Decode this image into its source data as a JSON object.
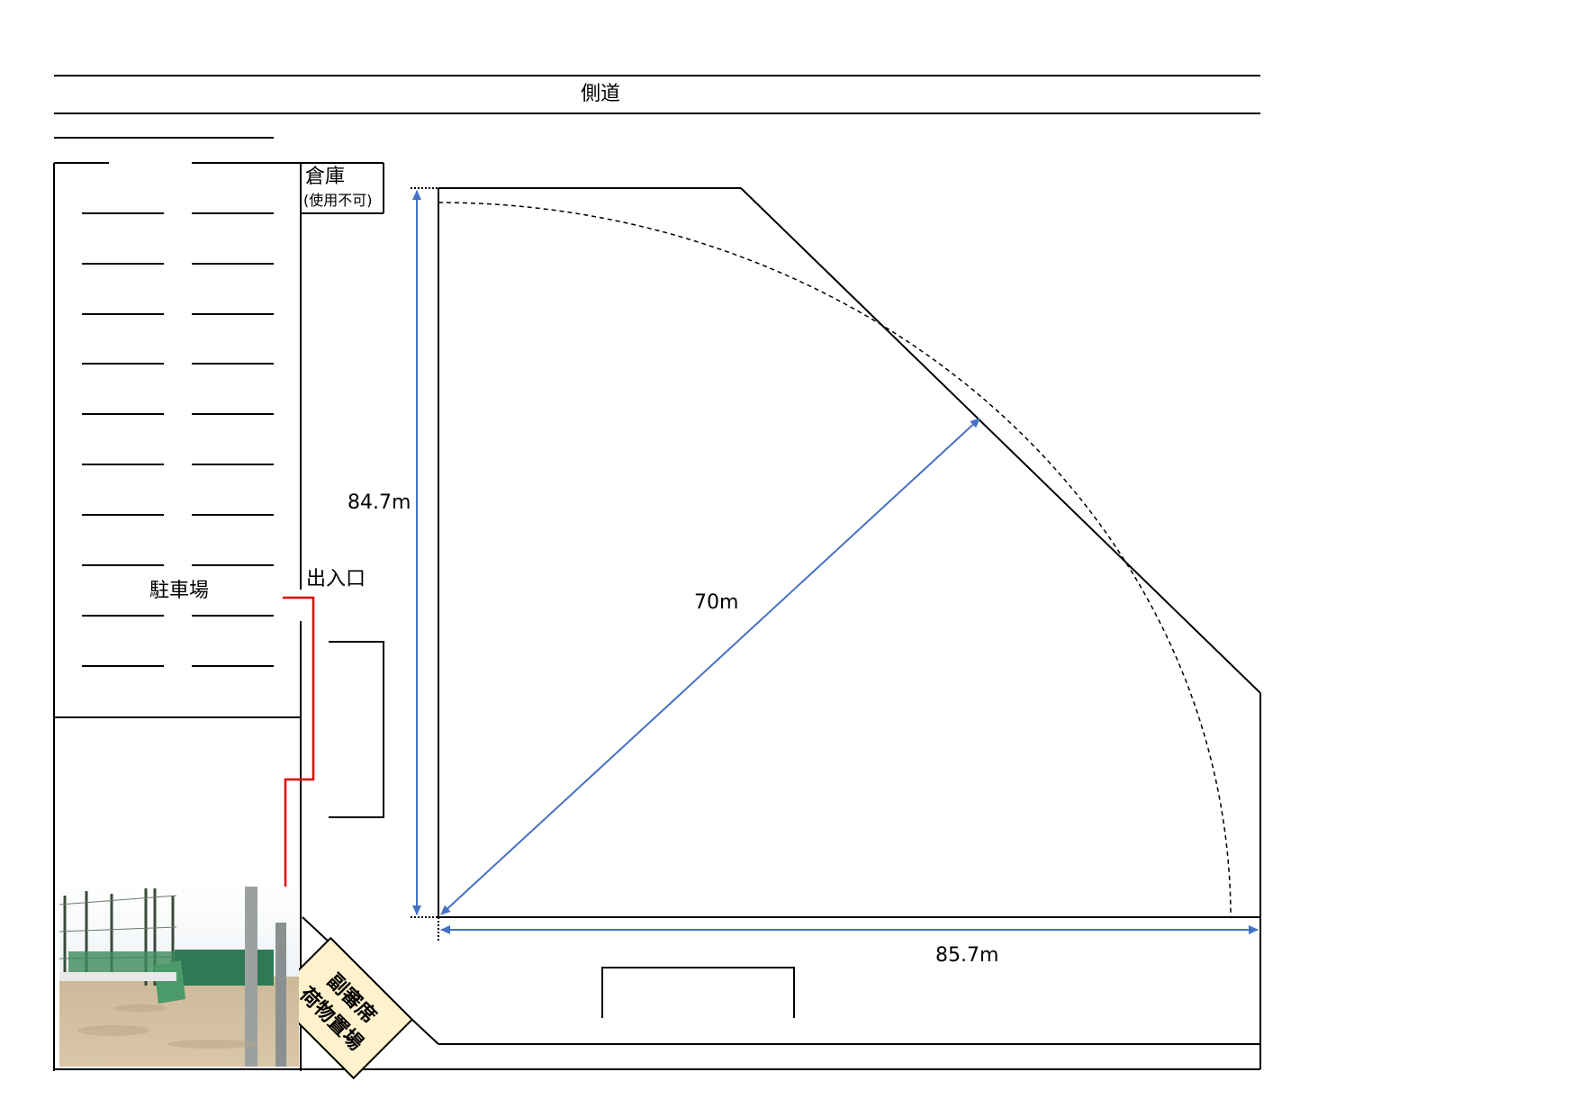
{
  "labels": {
    "side_road": "側道",
    "warehouse": "倉庫",
    "warehouse_note": "(使用不可)",
    "parking": "駐車場",
    "entrance": "出入口",
    "sub_seat_line1": "副審席",
    "sub_seat_line2": "荷物置場"
  },
  "dimensions": {
    "height": "84.7m",
    "radius": "70m",
    "width": "85.7m"
  },
  "colors": {
    "line": "#000000",
    "dimension": "#4472c4",
    "route": "#e00000",
    "sign_fill": "#fff2cc"
  },
  "photo": {
    "alt": "ground-photo"
  }
}
